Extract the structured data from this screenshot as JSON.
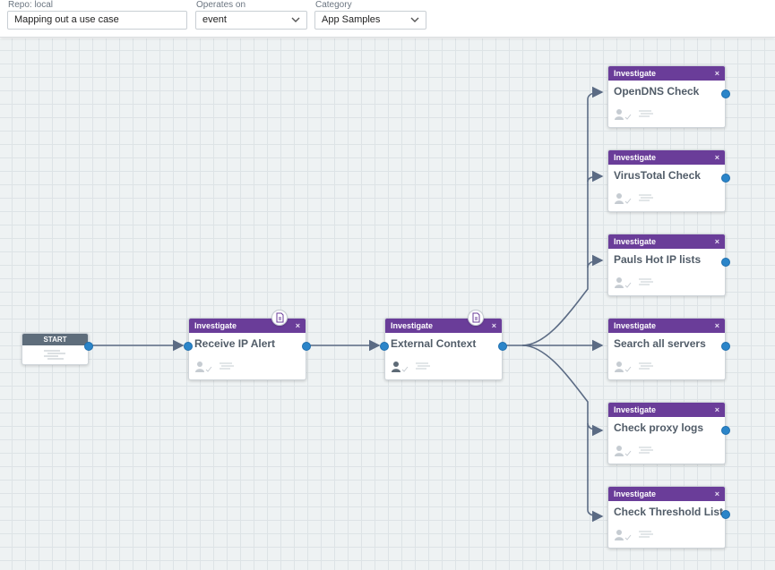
{
  "header": {
    "repo_label": "Repo: local",
    "name_value": "Mapping out a use case",
    "operates_label": "Operates on",
    "operates_value": "event",
    "category_label": "Category",
    "category_value": "App Samples"
  },
  "icons": {
    "dropdown": "chevron-down-icon",
    "close": "close-icon",
    "note": "document-icon",
    "owner": "user-icon",
    "details": "list-lines-icon"
  },
  "colors": {
    "header_purple": "#6a3d99",
    "start_header": "#5e6d7b",
    "port_blue": "#2b85c9",
    "edge": "#5b6b84",
    "grid_bg": "#eef2f3"
  },
  "start": {
    "label": "START"
  },
  "nodes": [
    {
      "type": "Investigate",
      "title": "Receive IP Alert",
      "close": "×"
    },
    {
      "type": "Investigate",
      "title": "External Context",
      "close": "×"
    },
    {
      "type": "Investigate",
      "title": "OpenDNS Check",
      "close": "×"
    },
    {
      "type": "Investigate",
      "title": "VirusTotal Check",
      "close": "×"
    },
    {
      "type": "Investigate",
      "title": "Pauls Hot IP lists",
      "close": "×"
    },
    {
      "type": "Investigate",
      "title": "Search all servers",
      "close": "×"
    },
    {
      "type": "Investigate",
      "title": "Check proxy logs",
      "close": "×"
    },
    {
      "type": "Investigate",
      "title": "Check Threshold List",
      "close": "×"
    }
  ]
}
